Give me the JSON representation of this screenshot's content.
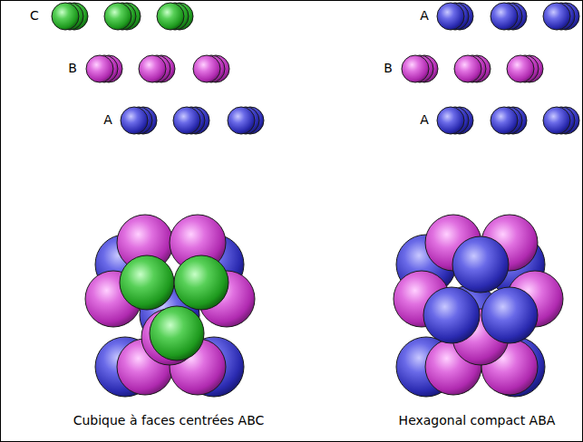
{
  "diagram": {
    "labels": [
      "C",
      "B",
      "A",
      "A",
      "B",
      "A",
      "Cubique à faces centrées ABC",
      "Hexagonal compact ABA"
    ]
  }
}
